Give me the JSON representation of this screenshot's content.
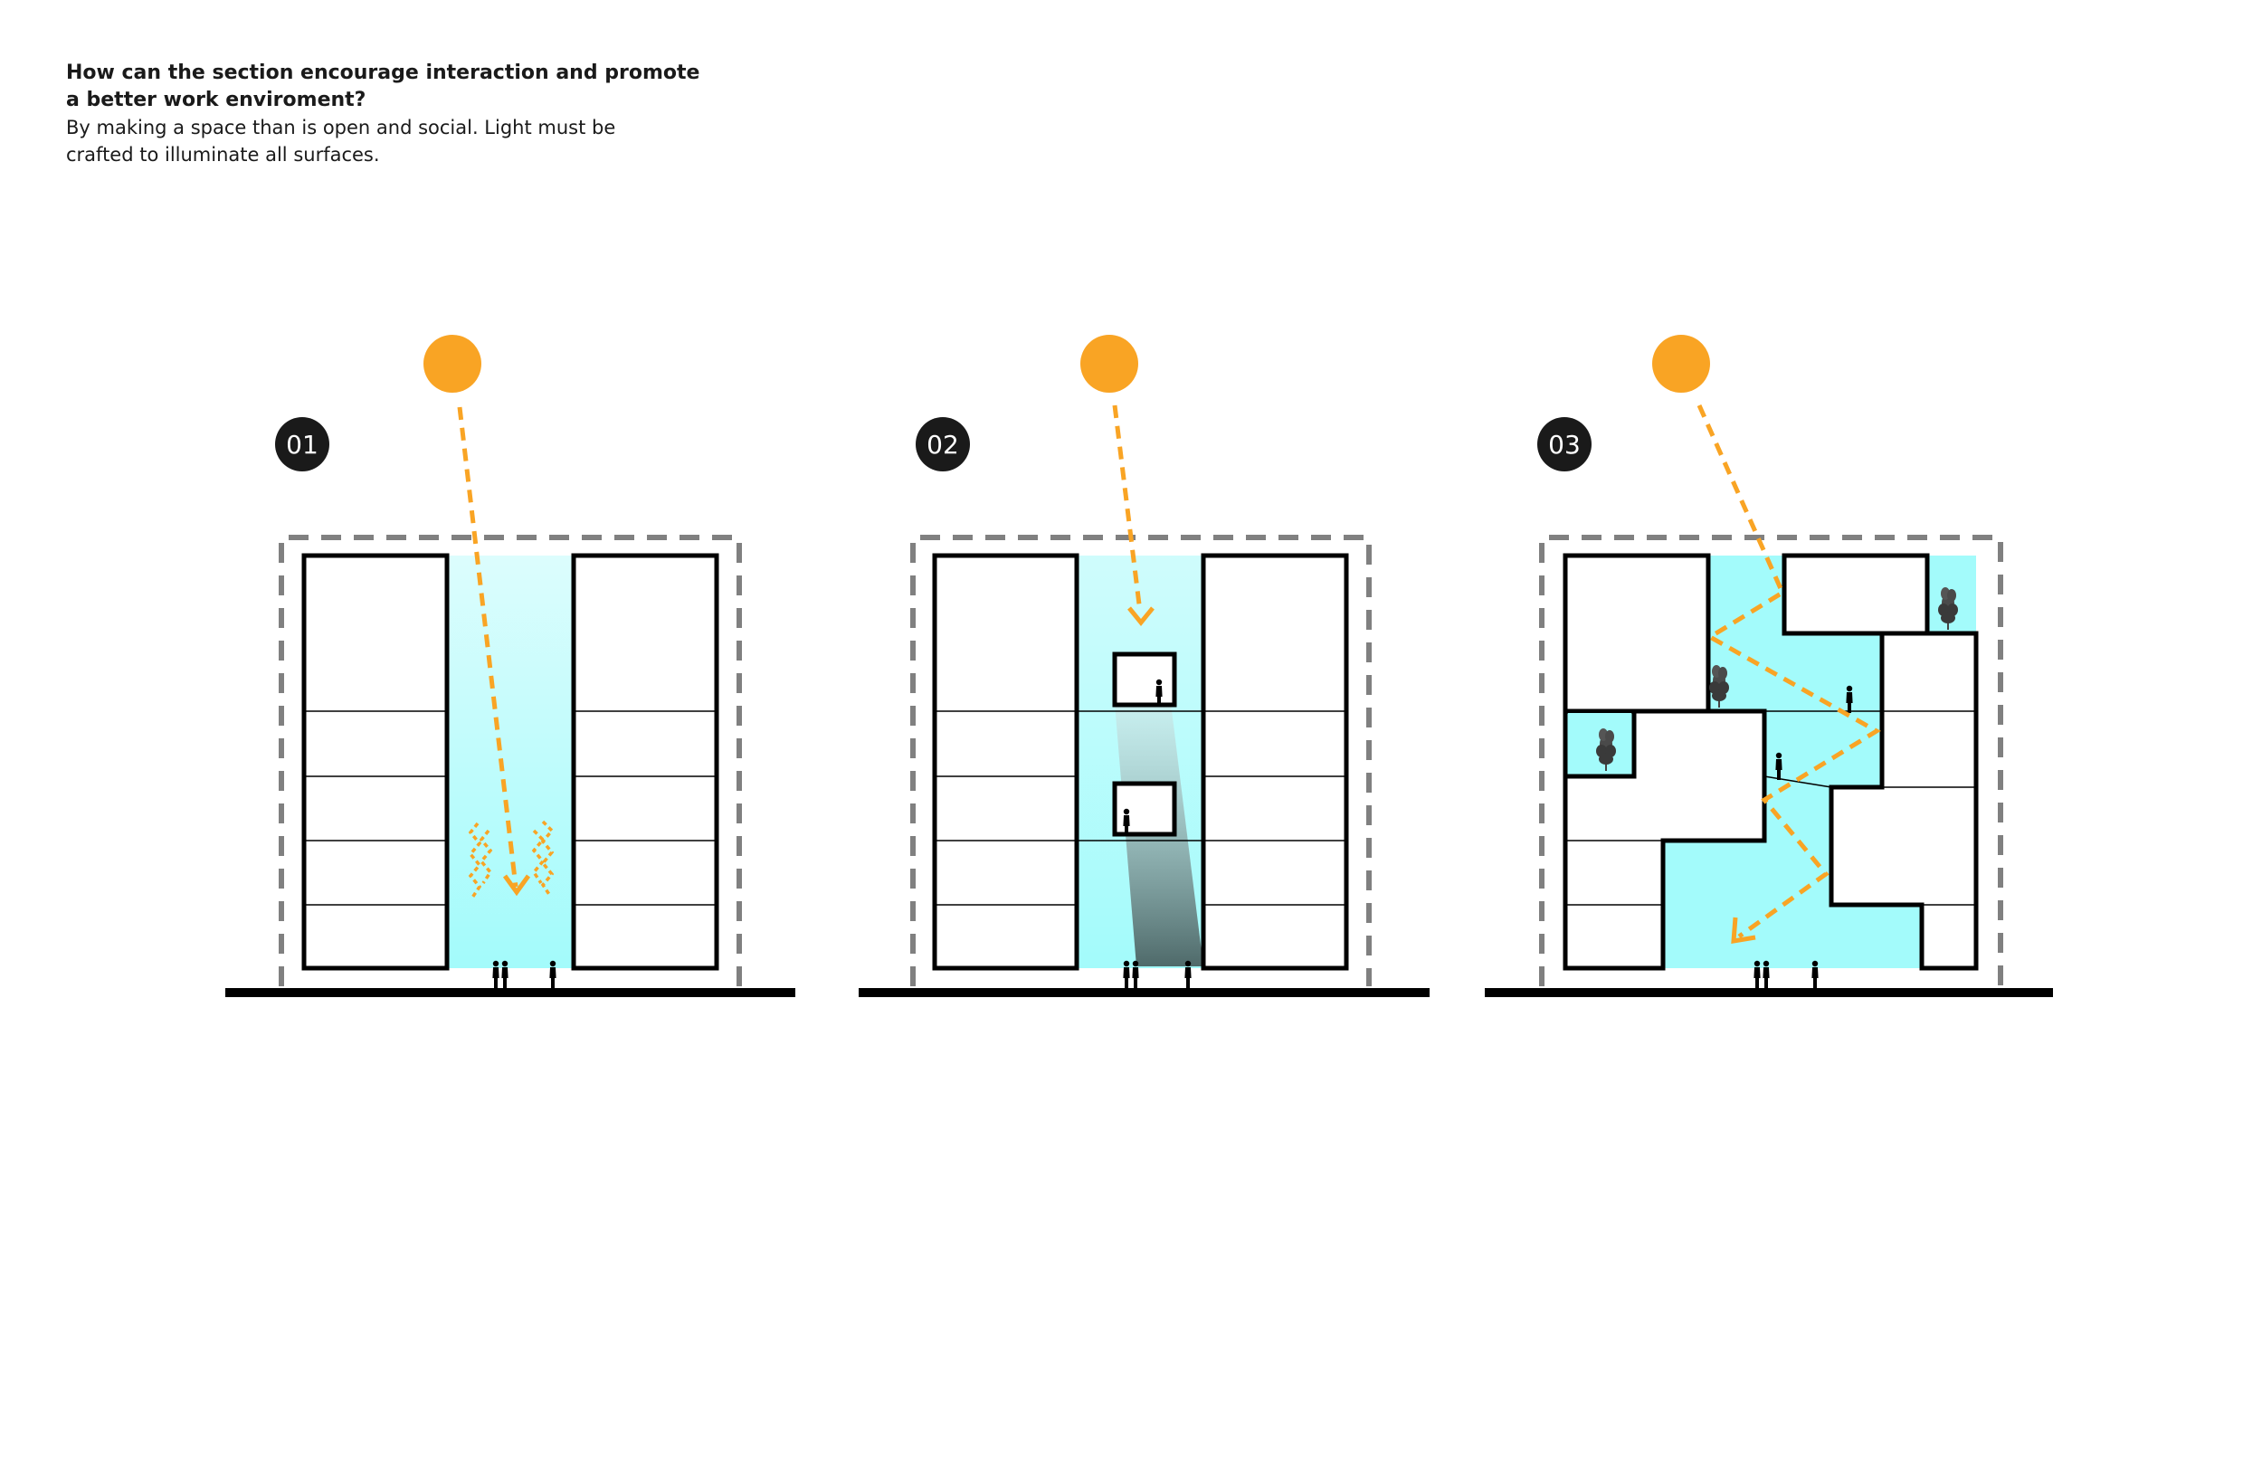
{
  "intro": {
    "question": "How can the section encourage interaction and promote\na better work enviroment?",
    "answer": "By making a space than is open and social. Light must be\ncrafted to illuminate all surfaces."
  },
  "colors": {
    "sun": "#f9a424",
    "light_path": "#f9a424",
    "atrium": "#a3fbfb",
    "dashed_boundary": "#808080",
    "outline": "#000000",
    "badge": "#1a1a1a"
  },
  "diagrams": [
    {
      "number": "01",
      "icons": [
        "sun-icon",
        "person-icon"
      ]
    },
    {
      "number": "02",
      "icons": [
        "sun-icon",
        "person-icon"
      ]
    },
    {
      "number": "03",
      "icons": [
        "sun-icon",
        "person-icon",
        "tree-icon"
      ]
    }
  ]
}
